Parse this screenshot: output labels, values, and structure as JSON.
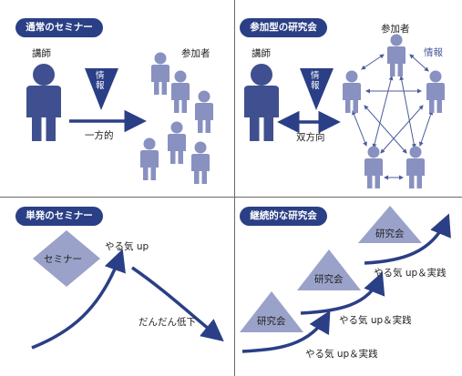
{
  "quadrants": {
    "top_left": {
      "title": "通常のセミナー",
      "lecturer_label": "講師",
      "info_label": "情\n報",
      "participants_label": "参加者",
      "arrow_label": "一方的"
    },
    "top_right": {
      "title": "参加型の研究会",
      "lecturer_label": "講師",
      "info_label": "情\n報",
      "participants_label": "参加者",
      "side_info_label": "情報",
      "arrow_label": "双方向"
    },
    "bottom_left": {
      "title": "単発のセミナー",
      "diamond_label": "セミナー",
      "rise_label": "やる気 up",
      "fall_label": "だんだん低下"
    },
    "bottom_right": {
      "title": "継続的な研究会",
      "triangle_labels": [
        "研究会",
        "研究会",
        "研究会"
      ],
      "motivation_labels": [
        "やる気 up＆実践",
        "やる気 up＆実践",
        "やる気 up＆実践"
      ]
    }
  },
  "colors": {
    "pill": "#2a3f85",
    "figure_dark": "#404f8f",
    "figure_light": "#8891c0",
    "info_triangle": "#2a3f85",
    "shape_light": "#9aa2c9",
    "arrow": "#2a3f85",
    "divider": "#6a6a6a"
  }
}
